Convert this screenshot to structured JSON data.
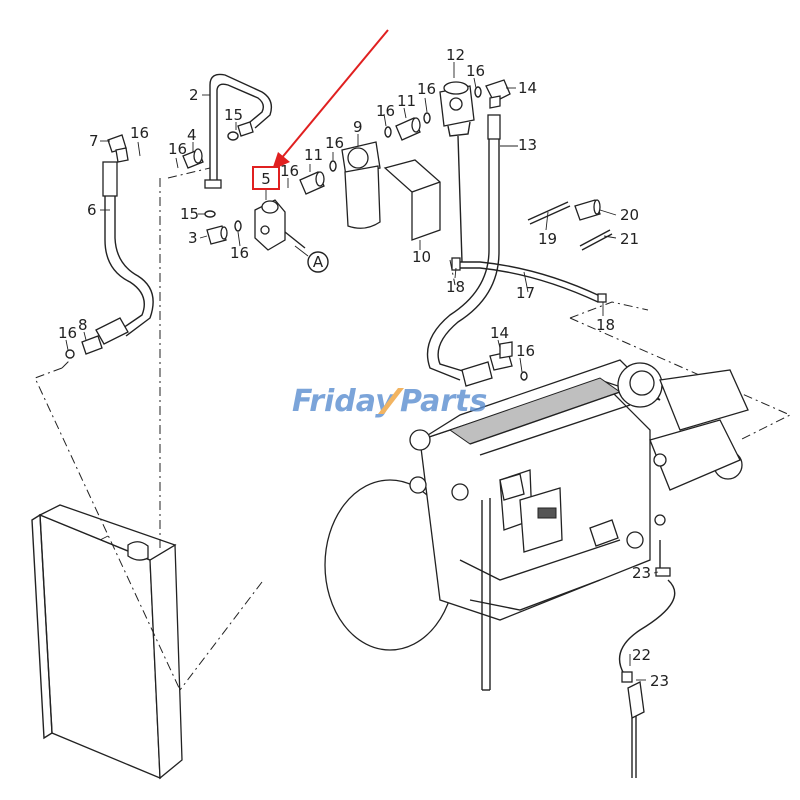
{
  "watermark": {
    "part1": "Friday",
    "part2": "Parts",
    "color1": "#5b8ed0",
    "color2": "#5b8ed0",
    "slash_color": "#f0a23a"
  },
  "callouts": {
    "c1": "2",
    "c2": "15",
    "c3": "7",
    "c4": "16",
    "c5": "4",
    "c6": "16",
    "c7": "5",
    "c8": "16",
    "c9": "11",
    "c10": "16",
    "c11": "9",
    "c12": "12",
    "c13": "16",
    "c14": "14",
    "c15": "16",
    "c16": "11",
    "c17": "13",
    "c18": "6",
    "c19": "15",
    "c20": "3",
    "c21": "16",
    "c22": "10",
    "c23": "20",
    "c24": "19",
    "c25": "21",
    "c26": "18",
    "c27": "17",
    "c28": "18",
    "c29": "16",
    "c30": "8",
    "c31": "14",
    "c32": "16",
    "c33": "23",
    "c34": "22",
    "c35": "23"
  },
  "marker_A": "A",
  "highlight": {
    "color": "#e02020",
    "target_label": "5"
  }
}
